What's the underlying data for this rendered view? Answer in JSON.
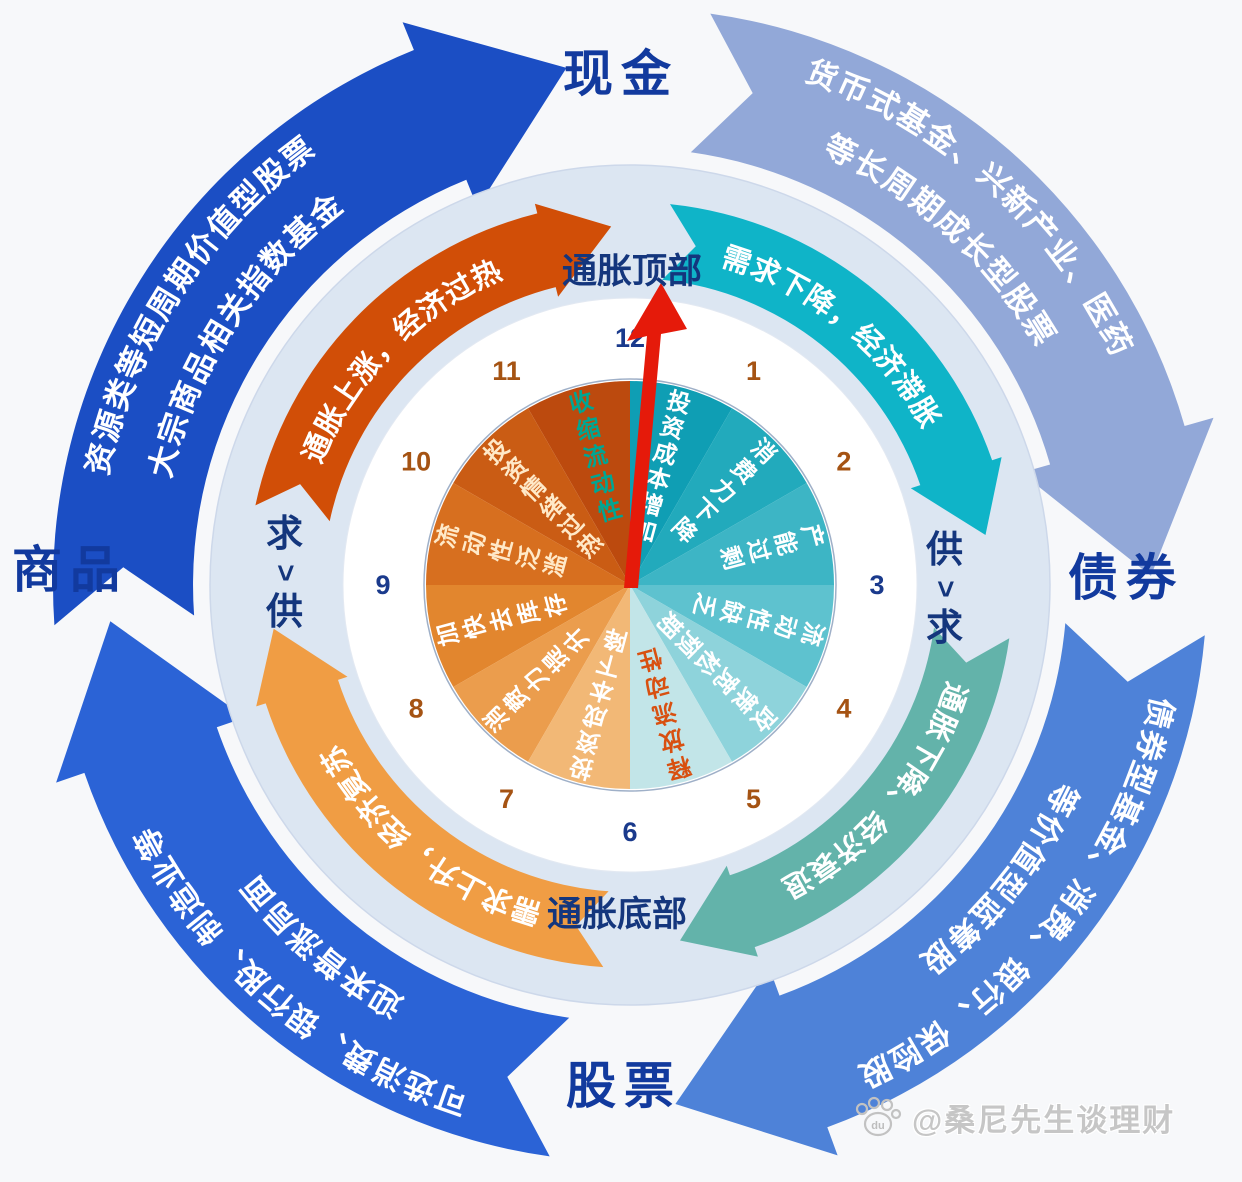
{
  "diagram": {
    "quadrant_labels": {
      "top": "现金",
      "right": "债券",
      "bottom": "股票",
      "left": "商品"
    },
    "inflation_top_label": "通胀顶部",
    "inflation_bottom_label": "通胀底部",
    "left_balance_label": "求>供",
    "right_balance_label": "供>求",
    "colors": {
      "background": "#f7f8fa",
      "inner_disc": "#dce6f2",
      "ring_white": "#ffffff",
      "navy_text": "#14367d",
      "number_brown": "#a55313",
      "number_navy": "#1a3a8c",
      "pointer_red": "#e51a0a",
      "watermark_gray": "#c6c6c6"
    },
    "outer_arrows": [
      {
        "id": "commodities-to-cash",
        "position": "top-left",
        "color": "#1b4ec4",
        "angle_tail": 184,
        "angle_head": 99,
        "line_outer": "资源类等短周期价值型股票",
        "line_inner": "大宗商品相关指数基金"
      },
      {
        "id": "cash-to-bonds",
        "position": "top-right",
        "color": "#92a8d8",
        "angle_tail": 82,
        "angle_head": 3,
        "line_outer": "货币式基金、兴新产业、医药",
        "line_inner": "等长周期成长型股票"
      },
      {
        "id": "bonds-to-stocks",
        "position": "bottom-right",
        "color": "#4e82d8",
        "angle_tail": -5,
        "angle_head": -83,
        "line_outer": "债券型基金、消费、银行、保险股",
        "line_inner": "等价值型蓝筹股"
      },
      {
        "id": "stocks-to-commodities",
        "position": "bottom-left",
        "color": "#2b63d6",
        "angle_tail": -98,
        "angle_head": -174,
        "line_outer": "可选消费、银行股、制造业等",
        "line_inner": "迎来普涨局面"
      }
    ],
    "phase_arcs": [
      {
        "id": "overheat",
        "position": "top-left",
        "color": "#d14e07",
        "text": "通胀上涨，经济过热",
        "angle_tail": 168,
        "angle_head": 95
      },
      {
        "id": "stagflation",
        "position": "top-right",
        "color": "#0fb4c8",
        "text": "需求下降，经济滞胀",
        "angle_tail": 84,
        "angle_head": 10
      },
      {
        "id": "recession",
        "position": "bottom-right",
        "color": "#63b3aa",
        "text": "通胀下降、经济衰退",
        "angle_tail": -8,
        "angle_head": -80
      },
      {
        "id": "recovery",
        "position": "bottom-left",
        "color": "#f09d44",
        "text": "需求上升，经济复苏",
        "angle_tail": -94,
        "angle_head": -171
      }
    ],
    "clock_numbers": [
      {
        "n": 12,
        "color": "navy"
      },
      {
        "n": 1,
        "color": "brown"
      },
      {
        "n": 2,
        "color": "brown"
      },
      {
        "n": 3,
        "color": "navy"
      },
      {
        "n": 4,
        "color": "brown"
      },
      {
        "n": 5,
        "color": "brown"
      },
      {
        "n": 6,
        "color": "navy"
      },
      {
        "n": 7,
        "color": "brown"
      },
      {
        "n": 8,
        "color": "brown"
      },
      {
        "n": 9,
        "color": "navy"
      },
      {
        "n": 10,
        "color": "brown"
      },
      {
        "n": 11,
        "color": "brown"
      }
    ],
    "wheel_segments": [
      {
        "hours": "11-12",
        "label": "收缩流动性",
        "fill": "#bc4a0e",
        "text_color": "#00a693"
      },
      {
        "hours": "10-11",
        "label": "投资情绪过热",
        "fill": "#ca5c14",
        "text_color": "#ffe9c8"
      },
      {
        "hours": "9-10",
        "label": "流动性泛滥",
        "fill": "#d76f1f",
        "text_color": "#ffe9c8"
      },
      {
        "hours": "8-9",
        "label": "加快去库存",
        "fill": "#e2862e",
        "text_color": "#ffffff"
      },
      {
        "hours": "7-8",
        "label": "消费力提升",
        "fill": "#eb9d4d",
        "text_color": "#ffffff"
      },
      {
        "hours": "6-7",
        "label": "投资成本下降",
        "fill": "#f2b876",
        "text_color": "#ffffff"
      },
      {
        "hours": "12-1",
        "label": "投资成本增加",
        "fill": "#0f9eb4",
        "text_color": "#ffffff"
      },
      {
        "hours": "1-2",
        "label": "消费力下降",
        "fill": "#22aabc",
        "text_color": "#ffffff"
      },
      {
        "hours": "2-3",
        "label": "产能过剩",
        "fill": "#3db5c5",
        "text_color": "#ffffff"
      },
      {
        "hours": "3-4",
        "label": "流动性缺乏",
        "fill": "#5ec2cf",
        "text_color": "#ffffff"
      },
      {
        "hours": "4-5",
        "label": "政策宽松预期",
        "fill": "#8ed3db",
        "text_color": "#ffffff"
      },
      {
        "hours": "5-6",
        "label": "释放流动性",
        "fill": "#c2e5e8",
        "text_color": "#d85010"
      }
    ],
    "pointer": {
      "points_to": "通胀顶部"
    },
    "watermark": {
      "handle": "@桑尼先生谈理财",
      "icon": "paw-du-icon",
      "icon_text": "du"
    }
  }
}
